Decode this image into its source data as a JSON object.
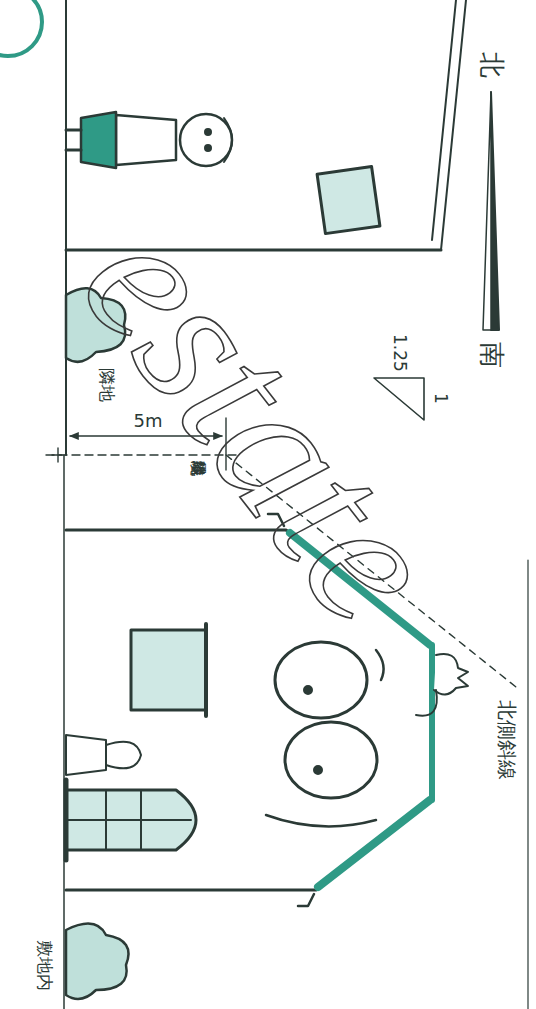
{
  "diagram": {
    "labels": [
      "北",
      "南",
      "1",
      "1.25",
      "北側斜線",
      "5m",
      "隣地境界線",
      "隣地",
      "敷地内",
      "estate"
    ]
  }
}
